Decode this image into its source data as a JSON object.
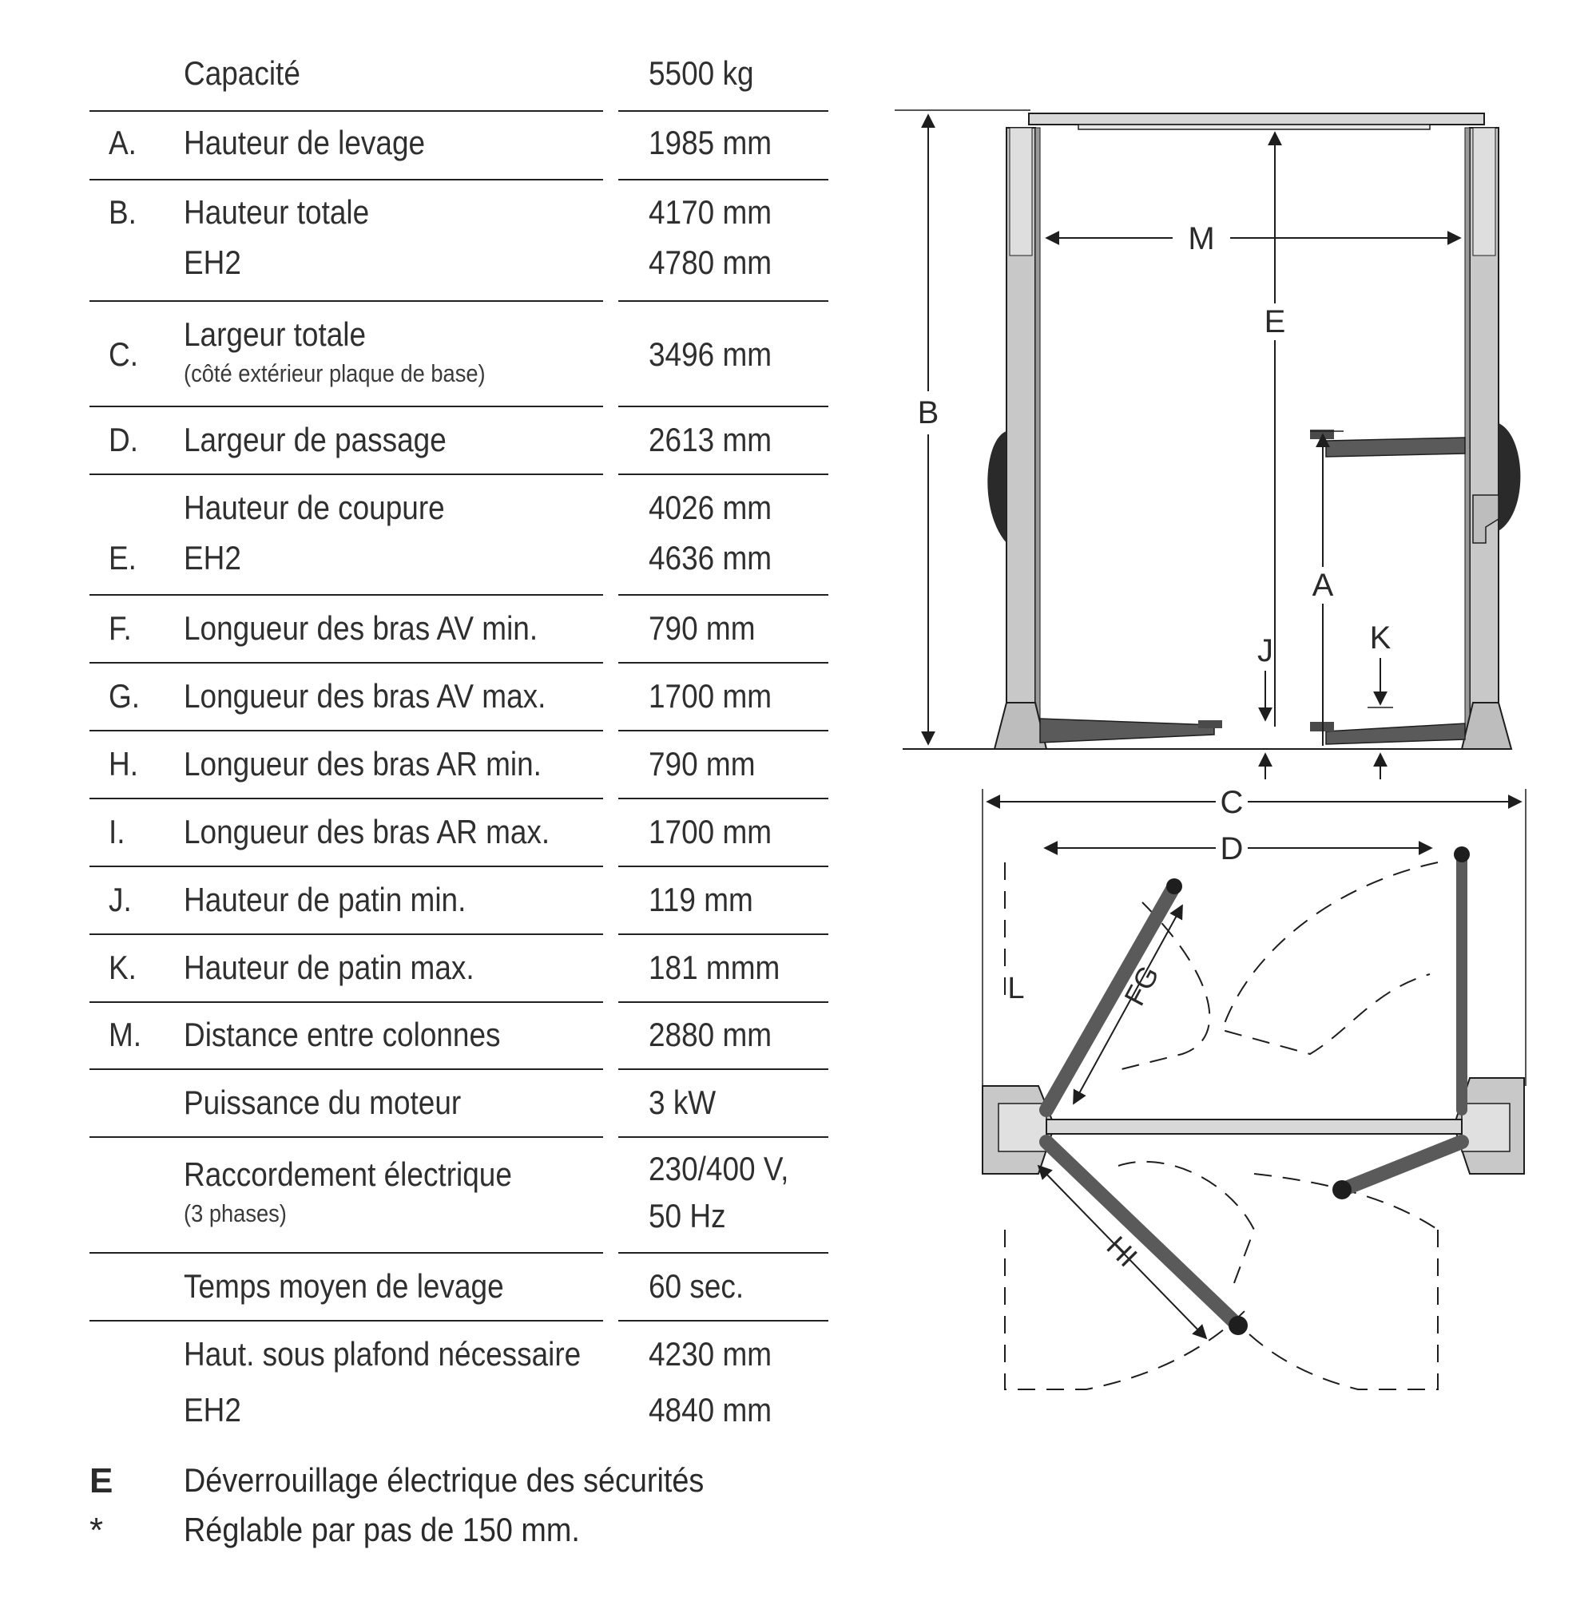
{
  "specs": {
    "rows": [
      {
        "letter": "",
        "label": "Capacité",
        "sub": "",
        "values": [
          "5500 kg"
        ]
      },
      {
        "letter": "A.",
        "label": "Hauteur de levage",
        "sub": "",
        "values": [
          "1985 mm"
        ]
      },
      {
        "letter": "B.",
        "label": "Hauteur totale",
        "label2": "EH2",
        "sub": "",
        "values": [
          "4170 mm",
          "4780 mm"
        ]
      },
      {
        "letter": "C.",
        "label": "Largeur totale",
        "sub": "(côté extérieur plaque de base)",
        "values": [
          "3496 mm"
        ]
      },
      {
        "letter": "D.",
        "label": "Largeur de passage",
        "sub": "",
        "values": [
          "2613 mm"
        ]
      },
      {
        "letter": "E.",
        "label": "Hauteur de coupure",
        "label2": "EH2",
        "sub": "",
        "values": [
          "4026 mm",
          "4636 mm"
        ]
      },
      {
        "letter": "F.",
        "label": "Longueur des bras AV min.",
        "sub": "",
        "values": [
          "790 mm"
        ]
      },
      {
        "letter": "G.",
        "label": "Longueur des bras AV max.",
        "sub": "",
        "values": [
          "1700 mm"
        ]
      },
      {
        "letter": "H.",
        "label": "Longueur des bras AR min.",
        "sub": "",
        "values": [
          "790 mm"
        ]
      },
      {
        "letter": "I.",
        "label": "Longueur des bras AR max.",
        "sub": "",
        "values": [
          "1700 mm"
        ]
      },
      {
        "letter": "J.",
        "label": "Hauteur de patin min.",
        "sub": "",
        "values": [
          "119 mm"
        ]
      },
      {
        "letter": "K.",
        "label": "Hauteur de patin max.",
        "sub": "",
        "values": [
          "181 mmm"
        ]
      },
      {
        "letter": "M.",
        "label": "Distance entre colonnes",
        "sub": "",
        "values": [
          "2880 mm"
        ]
      },
      {
        "letter": "",
        "label": "Puissance du moteur",
        "sub": "",
        "values": [
          "3 kW"
        ]
      },
      {
        "letter": "",
        "label": "Raccordement électrique",
        "sub": "(3 phases)",
        "values": [
          "230/400 V,",
          "50 Hz"
        ]
      },
      {
        "letter": "",
        "label": "Temps moyen de levage",
        "sub": "",
        "values": [
          "60 sec."
        ]
      },
      {
        "letter": "",
        "label": "Haut. sous plafond nécessaire",
        "label2": "EH2",
        "sub": "",
        "values": [
          "4230 mm",
          "4840 mm"
        ]
      }
    ]
  },
  "footnotes": [
    {
      "symbol": "E",
      "text": "Déverrouillage électrique des sécurités"
    },
    {
      "symbol": "*",
      "text": "Réglable par pas de 150 mm."
    }
  ],
  "diagram": {
    "front_labels": {
      "M": "M",
      "E": "E",
      "B": "B",
      "A": "A",
      "J": "J",
      "K": "K"
    },
    "top_labels": {
      "C": "C",
      "D": "D",
      "L": "L",
      "FG": "FG",
      "HI": "HI"
    },
    "colors": {
      "column": "#c8c8c8",
      "arm": "#5a5a5a",
      "line": "#1e1e1e",
      "motor": "#2a2a2a"
    }
  }
}
